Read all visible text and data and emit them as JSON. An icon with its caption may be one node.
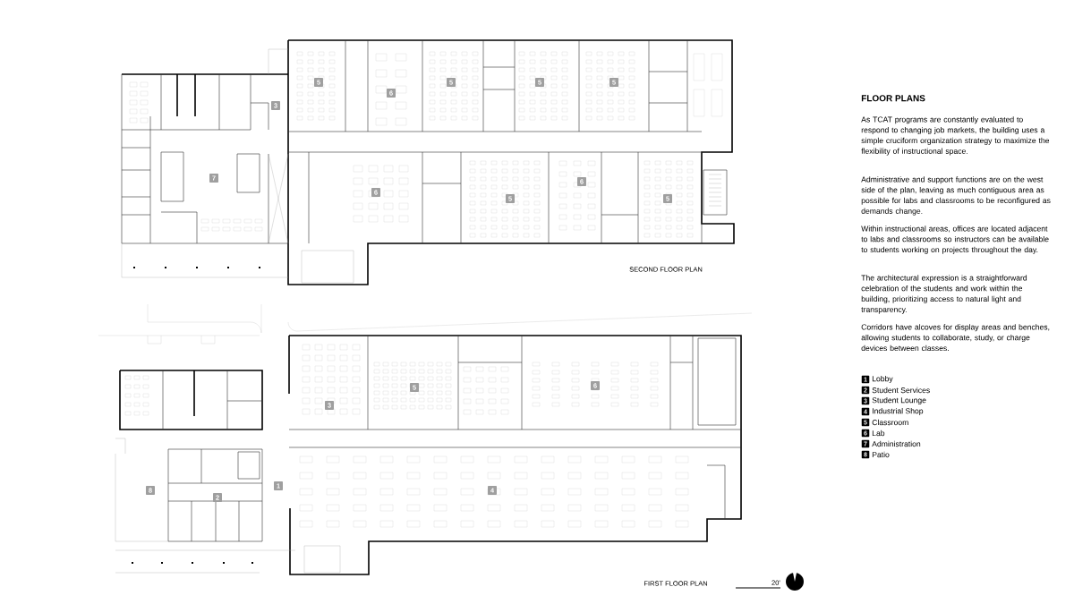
{
  "diagram": {
    "title": "FLOOR PLANS",
    "labels": [
      "5",
      "6",
      "5",
      "5",
      "5",
      "3",
      "7",
      "6",
      "5",
      "6",
      "5",
      "SECOND FLOOR PLAN",
      "3",
      "5",
      "6",
      "8",
      "1",
      "2",
      "4",
      "FIRST FLOOR PLAN",
      "20'",
      "As TCAT programs are constantly evaluated to respond to changing job markets, the building uses a simple cruciform organization strategy to maximize the flexibility of instructional space.",
      "Administrative and support functions are on the west side of the plan, leaving as much contiguous area as possible for labs and classrooms to be reconfigured as demands change.",
      "Within instructional areas, offices are located adjacent to labs and classrooms so instructors can be available to students working on projects throughout the day.",
      "The architectural expression is a straightforward celebration of the students and work within the building, prioritizing access to natural light and transparency.",
      "Corridors have alcoves for display areas and benches, allowing students to collaborate, study, or charge devices between classes.",
      "1",
      "Lobby",
      "2",
      "Student Services",
      "3",
      "Student Lounge",
      "4",
      "Industrial Shop",
      "5",
      "Classroom",
      "6",
      "Lab",
      "7",
      "Administration",
      "8",
      "Patio"
    ]
  }
}
